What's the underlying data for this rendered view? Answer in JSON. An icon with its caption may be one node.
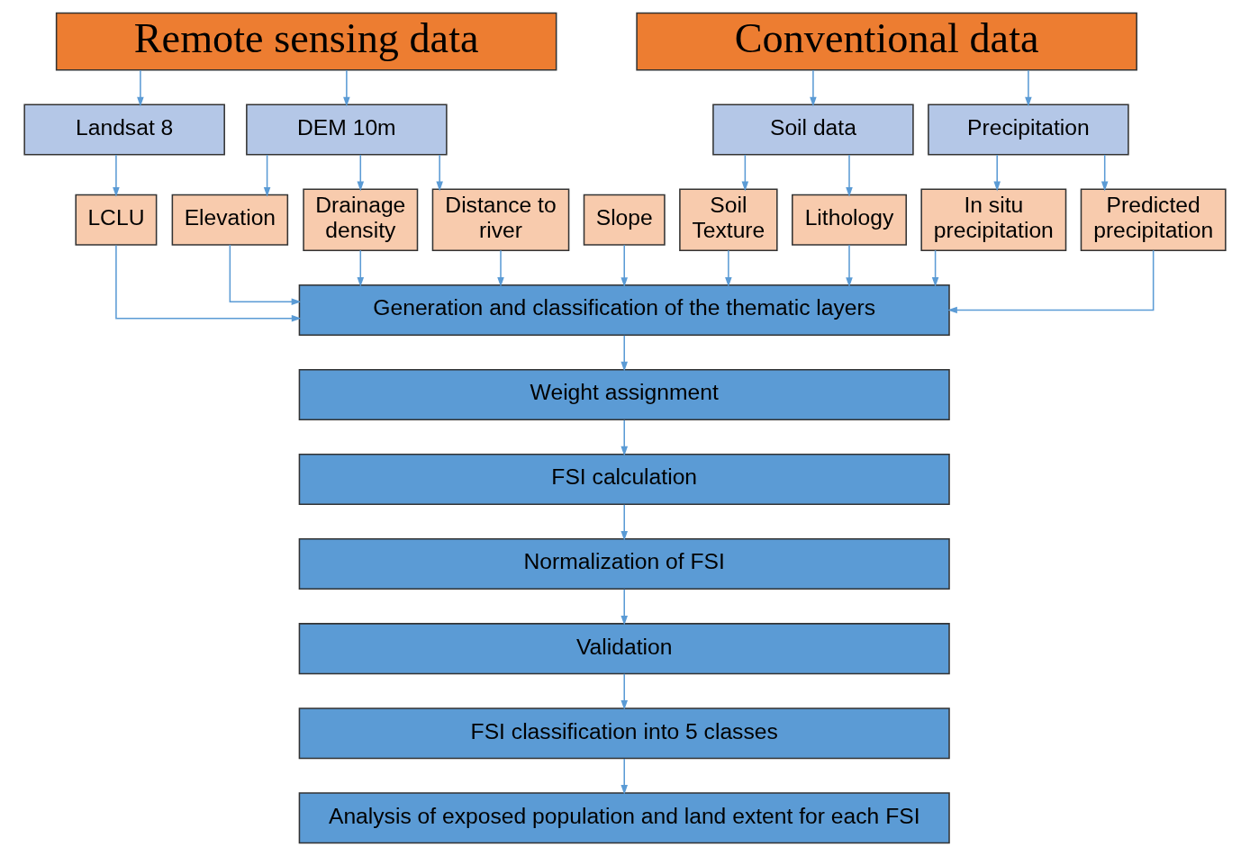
{
  "diagram": {
    "nodes": [
      {
        "text": [
          "Remote sensing data"
        ]
      },
      {
        "text": [
          "Conventional data"
        ]
      },
      {
        "text": [
          "Landsat 8"
        ]
      },
      {
        "text": [
          "DEM 10m"
        ]
      },
      {
        "text": [
          "Soil data"
        ]
      },
      {
        "text": [
          "Precipitation"
        ]
      },
      {
        "text": [
          "LCLU"
        ]
      },
      {
        "text": [
          "Elevation"
        ]
      },
      {
        "text": [
          "Slope"
        ]
      },
      {
        "text": [
          "Drainage density"
        ]
      },
      {
        "text": [
          "Distance to river"
        ]
      },
      {
        "text": [
          "Soil Texture"
        ]
      },
      {
        "text": [
          "Lithology"
        ]
      },
      {
        "text": [
          "In situ precipitation"
        ]
      },
      {
        "text": [
          "Predicted precipitation"
        ]
      },
      {
        "text": [
          "Generation and classification of the thematic layers"
        ]
      },
      {
        "text": [
          "Weight assignment"
        ]
      },
      {
        "text": [
          "FSI calculation"
        ]
      },
      {
        "text": [
          "Normalization of FSI"
        ]
      },
      {
        "text": [
          "Validation"
        ]
      },
      {
        "text": [
          "FSI classification into 5 classes"
        ]
      },
      {
        "text": [
          "Analysis of exposed population and land extent for each FSI"
        ]
      }
    ],
    "edges": [
      {
        "from": 0,
        "to": 2,
        "arrow": "to"
      },
      {
        "from": 0,
        "to": 3,
        "arrow": "to"
      },
      {
        "from": 1,
        "to": 4,
        "arrow": "to"
      },
      {
        "from": 1,
        "to": 5,
        "arrow": "to"
      },
      {
        "from": 2,
        "to": 6,
        "arrow": "to"
      },
      {
        "from": 3,
        "to": 7,
        "arrow": "to"
      },
      {
        "from": 3,
        "to": 9,
        "arrow": "to"
      },
      {
        "from": 3,
        "to": 10,
        "arrow": "to"
      },
      {
        "from": 4,
        "to": 11,
        "arrow": "to"
      },
      {
        "from": 4,
        "to": 12,
        "arrow": "to"
      },
      {
        "from": 5,
        "to": 13,
        "arrow": "to"
      },
      {
        "from": 5,
        "to": 14,
        "arrow": "to"
      },
      {
        "from": 6,
        "to": 15,
        "arrow": "to"
      },
      {
        "from": 7,
        "to": 15,
        "arrow": "to"
      },
      {
        "from": 8,
        "to": 15,
        "arrow": "to"
      },
      {
        "from": 9,
        "to": 15,
        "arrow": "to"
      },
      {
        "from": 10,
        "to": 15,
        "arrow": "to"
      },
      {
        "from": 11,
        "to": 15,
        "arrow": "to"
      },
      {
        "from": 12,
        "to": 15,
        "arrow": "to"
      },
      {
        "from": 13,
        "to": 15,
        "arrow": "to"
      },
      {
        "from": 14,
        "to": 15,
        "arrow": "to"
      },
      {
        "from": 15,
        "to": 16,
        "arrow": "to"
      },
      {
        "from": 16,
        "to": 17,
        "arrow": "to"
      },
      {
        "from": 17,
        "to": 18,
        "arrow": "to"
      },
      {
        "from": 18,
        "to": 19,
        "arrow": "to"
      },
      {
        "from": 19,
        "to": 20,
        "arrow": "to"
      },
      {
        "from": 20,
        "to": 21,
        "arrow": "to"
      }
    ]
  }
}
